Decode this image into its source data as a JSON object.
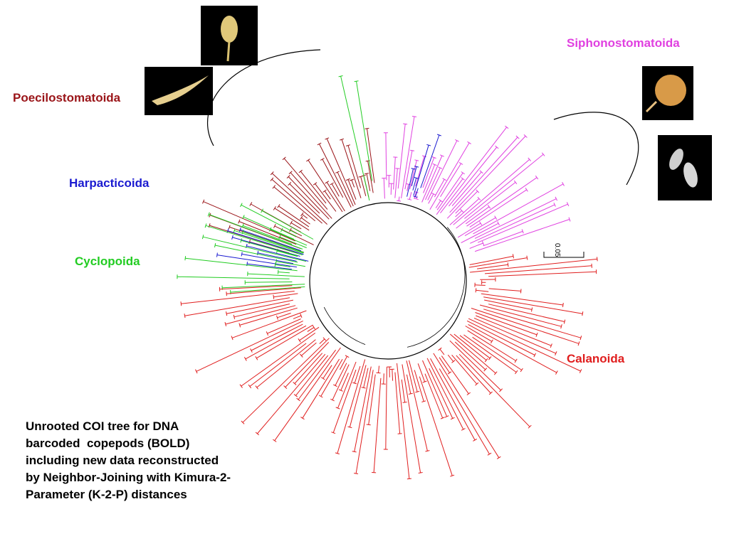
{
  "colors": {
    "Poecilostomatoida": "#9a1418",
    "Siphonostomatoida": "#e040e0",
    "Harpacticoida": "#1a1ad0",
    "Cyclopoida": "#22cc22",
    "Calanoida": "#e01e1e",
    "Backbone": "#000000"
  },
  "groups": {
    "poecilostomatoida": "Poecilostomatoida",
    "siphonostomatoida": "Siphonostomatoida",
    "harpacticoida": "Harpacticoida",
    "cyclopoida": "Cyclopoida",
    "calanoida": "Calanoida"
  },
  "scale_label": "0.05",
  "caption": [
    "Unrooted COI tree for DNA",
    "barcoded  copepods (BOLD)",
    "including new data reconstructed",
    "by Neighbor-Joining with Kimura-2-",
    "Parameter (K-2-P) distances"
  ]
}
